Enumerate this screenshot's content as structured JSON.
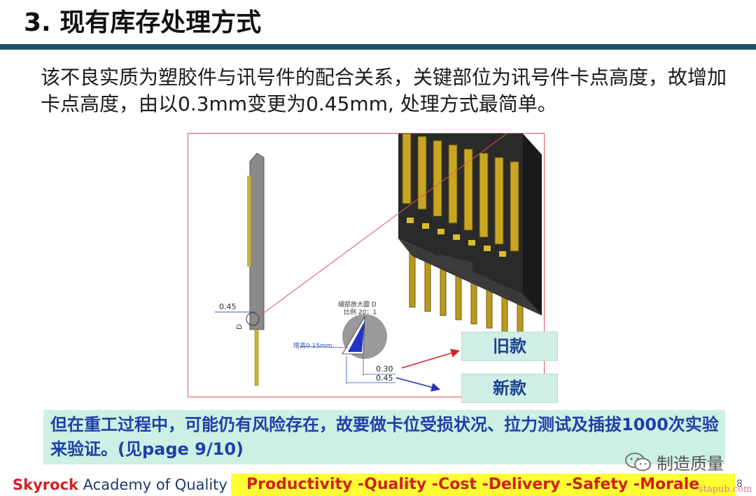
{
  "header": {
    "title": "3. 现有库存处理方式"
  },
  "body": {
    "text": "该不良实质为塑胶件与讯号件的配合关系，关键部位为讯号件卡点高度，故增加卡点高度，由以0.3mm变更为0.45mm, 处理方式最简单。"
  },
  "figure": {
    "dim_left": "0.45",
    "detail_marker": "D",
    "detail_title": "細部放大圖 D",
    "detail_scale": "比例 20：1",
    "added_height": "增高0.15mm",
    "dim_old": "0.30",
    "dim_new": "0.45"
  },
  "tags": {
    "old": "旧款",
    "new": "新款"
  },
  "warning": {
    "text": "但在重工过程中，可能仍有风险存在，故要做卡位受损状况、拉力测试及插拔1000次实验来验证。(见page  9/10)"
  },
  "wechat": {
    "label": "制造质量"
  },
  "footer": {
    "brand_red": "Skyrock",
    "brand_rest": " Academy of Quality",
    "slogan": "Productivity  -Quality  -Cost   -Delivery  -Safety  -Morale",
    "page": "8",
    "watermark": "stapub.com"
  },
  "colors": {
    "title_bar": "#1f4e69",
    "tag_bg": "#cfeee5",
    "warning_bg": "#ccf0e4",
    "footer_bar": "#ffff33",
    "slogan": "#d02020"
  }
}
